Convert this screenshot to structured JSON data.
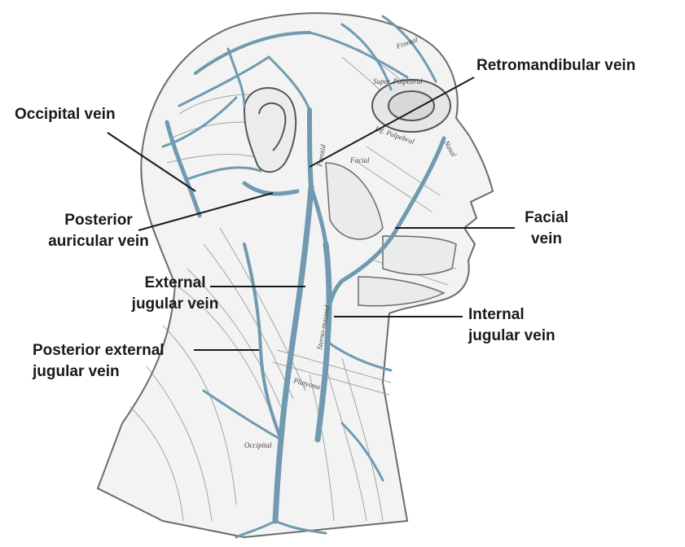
{
  "labels": {
    "retromandibular": [
      "Retromandibular vein"
    ],
    "occipital": [
      "Occipital vein"
    ],
    "posterior_auricular": [
      "Posterior",
      "auricular vein"
    ],
    "facial": [
      "Facial",
      "vein"
    ],
    "external_jugular": [
      "External",
      "jugular vein"
    ],
    "internal_jugular": [
      "Internal",
      "jugular vein"
    ],
    "posterior_external_jugular": [
      "Posterior external",
      "jugular vein"
    ]
  },
  "figure_text": [
    "Super. Palpebral",
    "Frontal",
    "Inf. Palpebral",
    "Nasal",
    "Facial",
    "Parotid",
    "Platysma",
    "Sterno-mastoid",
    "Occipital"
  ],
  "colors": {
    "vein": "#6f9ab0",
    "vein_dark": "#3e6f86",
    "line": "#1a1a1a",
    "sketch": "#7a7a7a"
  }
}
